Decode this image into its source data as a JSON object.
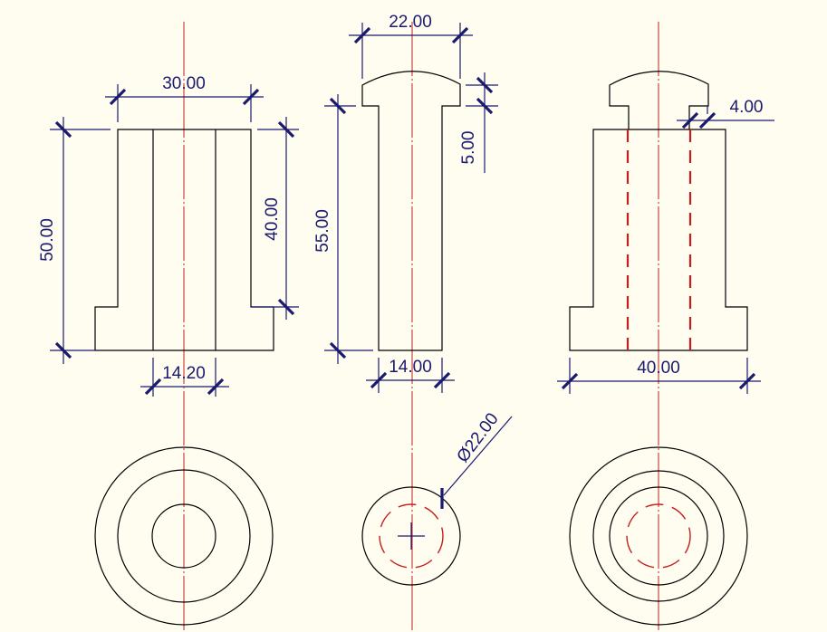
{
  "colors": {
    "background": "#fffcf0",
    "outline": "#000000",
    "dimension": "#1a1a6e",
    "centerline": "#c41e1e"
  },
  "views": {
    "section_view": {
      "width_top": "30.00",
      "total_height": "50.00",
      "upper_height": "40.00",
      "bore": "14.20"
    },
    "pin_view": {
      "head_width": "22.00",
      "head_height": "5.00",
      "shank_length": "55.00",
      "shank_width": "14.00"
    },
    "assembly_view": {
      "clearance": "4.00",
      "base_width": "40.00"
    },
    "pin_end_view": {
      "diameter": "Ø22.00"
    }
  }
}
